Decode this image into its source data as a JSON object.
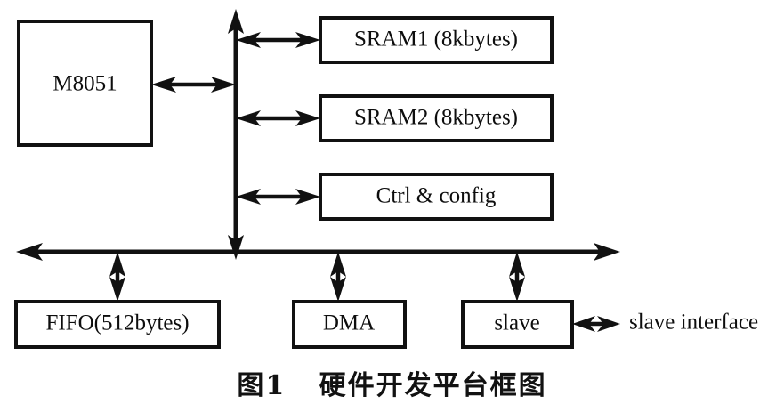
{
  "figure": {
    "caption": "图1   硬件开发平台框图",
    "caption_label": "图1",
    "caption_title": "硬件开发平台框图"
  },
  "diagram": {
    "type": "block-diagram",
    "line_color": "#111111",
    "fill_color": "#ffffff",
    "background": "#ffffff",
    "blocks": [
      {
        "id": "cpu",
        "label": "M8051"
      },
      {
        "id": "sram1",
        "label": "SRAM1 (8kbytes)"
      },
      {
        "id": "sram2",
        "label": "SRAM2 (8kbytes)"
      },
      {
        "id": "ctrl",
        "label": "Ctrl & config"
      },
      {
        "id": "fifo",
        "label": "FIFO(512bytes)"
      },
      {
        "id": "dma",
        "label": "DMA"
      },
      {
        "id": "slave",
        "label": "slave"
      }
    ],
    "external_labels": [
      {
        "id": "slave-interface",
        "label": "slave interface"
      }
    ],
    "connections": [
      {
        "from": "cpu",
        "to": "local-bus",
        "style": "double-arrow",
        "orientation": "horizontal"
      },
      {
        "from": "local-bus",
        "to": "sram1",
        "style": "double-arrow",
        "orientation": "horizontal"
      },
      {
        "from": "local-bus",
        "to": "sram2",
        "style": "double-arrow",
        "orientation": "horizontal"
      },
      {
        "from": "local-bus",
        "to": "ctrl",
        "style": "double-arrow",
        "orientation": "horizontal"
      },
      {
        "from": "local-bus",
        "to": "system-bus",
        "style": "double-arrow",
        "orientation": "vertical"
      },
      {
        "from": "system-bus",
        "to": "fifo",
        "style": "double-arrow",
        "orientation": "vertical"
      },
      {
        "from": "system-bus",
        "to": "dma",
        "style": "double-arrow",
        "orientation": "vertical"
      },
      {
        "from": "system-bus",
        "to": "slave",
        "style": "double-arrow",
        "orientation": "vertical"
      },
      {
        "from": "slave",
        "to": "slave-interface",
        "style": "double-arrow",
        "orientation": "horizontal"
      }
    ],
    "buses": [
      {
        "id": "local-bus",
        "orientation": "vertical",
        "style": "double-arrow"
      },
      {
        "id": "system-bus",
        "orientation": "horizontal",
        "style": "double-arrow"
      }
    ]
  }
}
